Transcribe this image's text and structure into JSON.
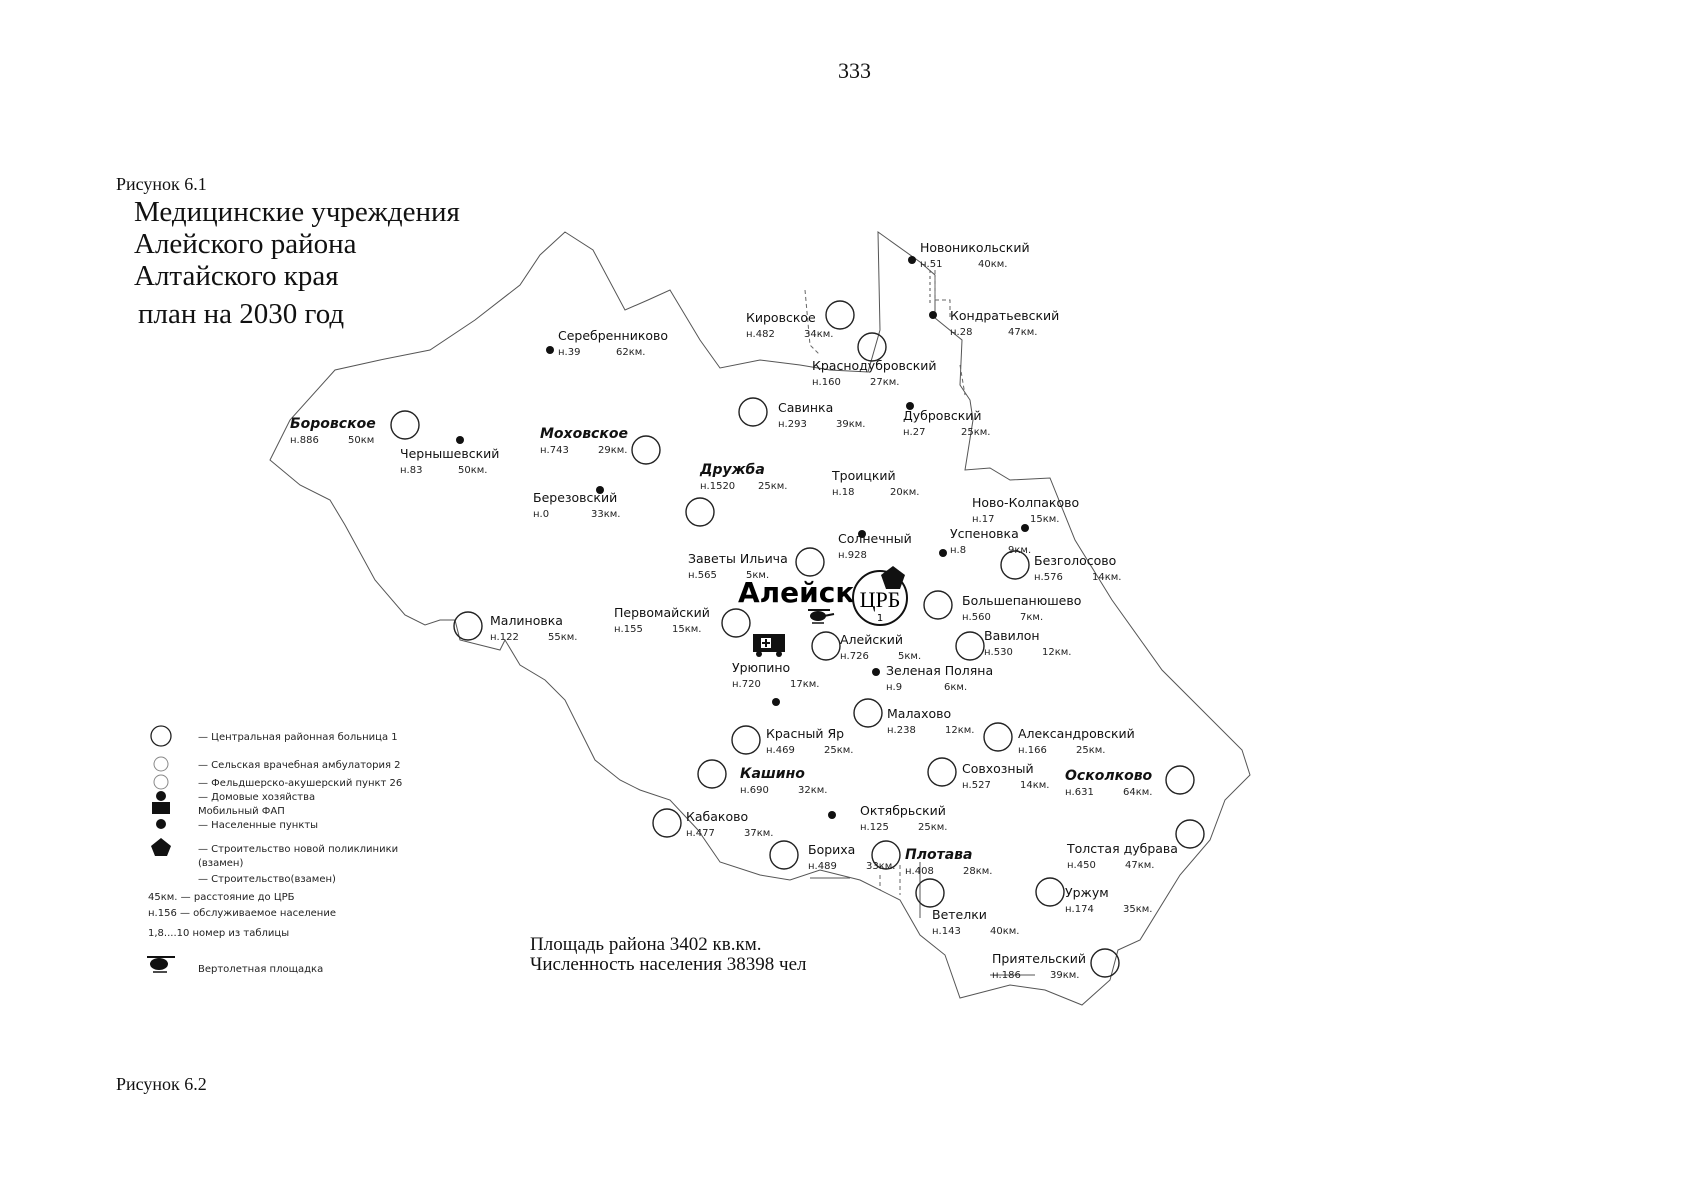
{
  "page_number": "333",
  "figure_label": "Рисунок 6.1",
  "next_figure_label": "Рисунок 6.2",
  "title_lines": [
    "Медицинские учреждения",
    "Алейского района",
    "Алтайского края",
    "план на 2030 год"
  ],
  "area_text": "Площадь района   3402 кв.км.",
  "population_text": "Численность населения  38398 чел",
  "center": {
    "name": "Алейск",
    "hospital_label": "ЦРБ",
    "hospital_number": "1"
  },
  "legend": [
    {
      "symbol": "crb",
      "text": "— Центральная районная больница  1"
    },
    {
      "symbol": "sva",
      "text": "— Сельская врачебная амбулатория  2"
    },
    {
      "symbol": "fap",
      "text": "— Фельдшерско-акушерский пункт   26"
    },
    {
      "symbol": "dot",
      "text": "— Домовые хозяйства"
    },
    {
      "symbol": "mobile",
      "text": "Мобильный ФАП"
    },
    {
      "symbol": "dot",
      "text": "— Населенные пункты"
    },
    {
      "symbol": "pentagon",
      "text": "— Строительство новой поликлиники"
    },
    {
      "symbol": "none",
      "text": "(взамен)"
    },
    {
      "symbol": "none",
      "text": "— Строительство(взамен)"
    },
    {
      "symbol": "dist",
      "text": "45км. — расстояние до ЦРБ"
    },
    {
      "symbol": "pop",
      "text": "н.156 — обслуживаемое население"
    },
    {
      "symbol": "num",
      "text": "1,8....10 номер из таблицы"
    },
    {
      "symbol": "heli",
      "text": "Вертолетная площадка"
    }
  ],
  "settlements": [
    {
      "name": "Новоникольский",
      "pop": "н.51",
      "dist": "40км."
    },
    {
      "name": "Кондратьевский",
      "pop": "н.28",
      "dist": "47км."
    },
    {
      "name": "Кировское",
      "pop": "н.482",
      "dist": "34км."
    },
    {
      "name": "Серебренниково",
      "pop": "н.39",
      "dist": "62км."
    },
    {
      "name": "Краснодубровский",
      "pop": "н.160",
      "dist": "27км."
    },
    {
      "name": "Савинка",
      "pop": "н.293",
      "dist": "39км."
    },
    {
      "name": "Дубровский",
      "pop": "н.27",
      "dist": "25км."
    },
    {
      "name": "Боровское",
      "pop": "н.886",
      "dist": "50км",
      "bold": true
    },
    {
      "name": "Чернышевский",
      "pop": "н.83",
      "dist": "50км."
    },
    {
      "name": "Моховское",
      "pop": "н.743",
      "dist": "29км.",
      "bold": true
    },
    {
      "name": "Дружба",
      "pop": "н.1520",
      "dist": "25км.",
      "bold": true
    },
    {
      "name": "Троицкий",
      "pop": "н.18",
      "dist": "20км."
    },
    {
      "name": "Березовский",
      "pop": "н.0",
      "dist": "33км."
    },
    {
      "name": "Ново-Колпаково",
      "pop": "н.17",
      "dist": "15км."
    },
    {
      "name": "Успеновка",
      "pop": "н.8",
      "dist": "9км."
    },
    {
      "name": "Солнечный",
      "pop": "н.928",
      "dist": ""
    },
    {
      "name": "Заветы Ильича",
      "pop": "н.565",
      "dist": "5км."
    },
    {
      "name": "Безголосово",
      "pop": "н.576",
      "dist": "14км."
    },
    {
      "name": "Большепанюшево",
      "pop": "н.560",
      "dist": "7км."
    },
    {
      "name": "Первомайский",
      "pop": "н.155",
      "dist": "15км."
    },
    {
      "name": "Малиновка",
      "pop": "н.122",
      "dist": "55км."
    },
    {
      "name": "Алейский",
      "pop": "н.726",
      "dist": "5км."
    },
    {
      "name": "Вавилон",
      "pop": "н.530",
      "dist": "12км."
    },
    {
      "name": "Урюпино",
      "pop": "н.720",
      "dist": "17км."
    },
    {
      "name": "Зеленая Поляна",
      "pop": "н.9",
      "dist": "6км."
    },
    {
      "name": "Малахово",
      "pop": "н.238",
      "dist": "12км."
    },
    {
      "name": "Красный Яр",
      "pop": "н.469",
      "dist": "25км."
    },
    {
      "name": "Александровский",
      "pop": "н.166",
      "dist": "25км."
    },
    {
      "name": "Кашино",
      "pop": "н.690",
      "dist": "32км.",
      "bold": true
    },
    {
      "name": "Совхозный",
      "pop": "н.527",
      "dist": "14км."
    },
    {
      "name": "Осколково",
      "pop": "н.631",
      "dist": "64км.",
      "bold": true
    },
    {
      "name": "Октябрьский",
      "pop": "н.125",
      "dist": "25км."
    },
    {
      "name": "Кабаково",
      "pop": "н.477",
      "dist": "37км."
    },
    {
      "name": "Толстая дубрава",
      "pop": "н.450",
      "dist": "47км."
    },
    {
      "name": "Бориха",
      "pop": "н.489",
      "dist": "33км."
    },
    {
      "name": "Плотава",
      "pop": "н.408",
      "dist": "28км.",
      "bold": true
    },
    {
      "name": "Уржум",
      "pop": "н.174",
      "dist": "35км."
    },
    {
      "name": "Ветелки",
      "pop": "н.143",
      "dist": "40км."
    },
    {
      "name": "Приятельский",
      "pop": "н.186",
      "dist": "39км."
    }
  ]
}
